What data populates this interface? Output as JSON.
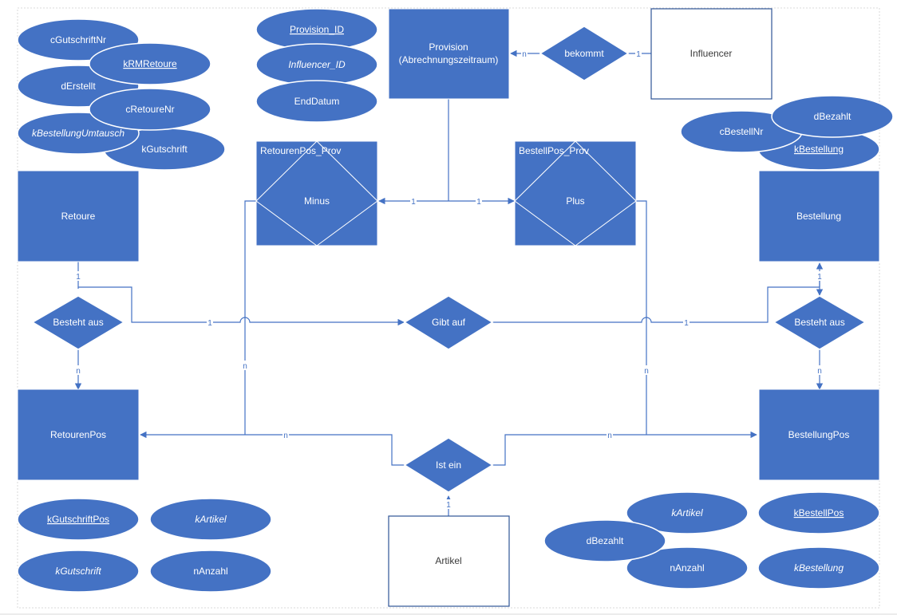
{
  "colors": {
    "fill": "#4472c4",
    "line": "#4472c4",
    "text_light": "#ffffff",
    "text_dark": "#3a3a3a"
  },
  "entities": {
    "provision": {
      "line1": "Provision",
      "line2": "(Abrechnungszeitraum)"
    },
    "influencer": "Influencer",
    "retourenpos_prov": "RetourenPos_Prov",
    "bestellpos_prov": "BestellPos_Prov",
    "retoure": "Retoure",
    "bestellung": "Bestellung",
    "retourenpos": "RetourenPos",
    "bestellungpos": "BestellungPos",
    "artikel": "Artikel"
  },
  "relationships": {
    "bekommt": "bekommt",
    "minus": "Minus",
    "plus": "Plus",
    "besteht_aus_left": "Besteht aus",
    "gibt_auf": "Gibt auf",
    "besteht_aus_right": "Besteht aus",
    "ist_ein": "Ist ein"
  },
  "attributes": {
    "provision_id": "Provision_ID",
    "influencer_id": "Influencer_ID",
    "enddatum": "EndDatum",
    "cgutschriftnr": "cGutschriftNr",
    "krmretoure": "kRMRetoure",
    "derstellt": "dErstellt",
    "cretourenr": "cRetoureNr",
    "kbestellungumtausch": "kBestellungUmtausch",
    "kgutschrift_top": "kGutschrift",
    "cbestellnr": "cBestellNr",
    "dbezahlt_top": "dBezahlt",
    "kbestellung_top": "kBestellung",
    "kgutschriftpos": "kGutschriftPos",
    "kartikel_left": "kArtikel",
    "kgutschrift_bottom": "kGutschrift",
    "nanzahl_left": "nAnzahl",
    "kartikel_right": "kArtikel",
    "kbestellpos": "kBestellPos",
    "dbezahlt_bottom": "dBezahlt",
    "nanzahl_right": "nAnzahl",
    "kbestellung_bottom": "kBestellung"
  },
  "cardinalities": {
    "influencer_bekommt": "1",
    "bekommt_provision": "n",
    "provision_minus": "1",
    "provision_plus": "1",
    "retoure_besteht": "1",
    "besteht_retourenpos": "n",
    "retoure_gibtauf": "1",
    "gibtauf_bestellung": "1",
    "bestellung_besteht": "1",
    "besteht_bestellungpos": "n",
    "minus_retourenpos": "n",
    "plus_bestellungpos": "n",
    "istein_retourenpos": "n",
    "istein_bestellungpos": "n",
    "artikel_istein": "1"
  }
}
